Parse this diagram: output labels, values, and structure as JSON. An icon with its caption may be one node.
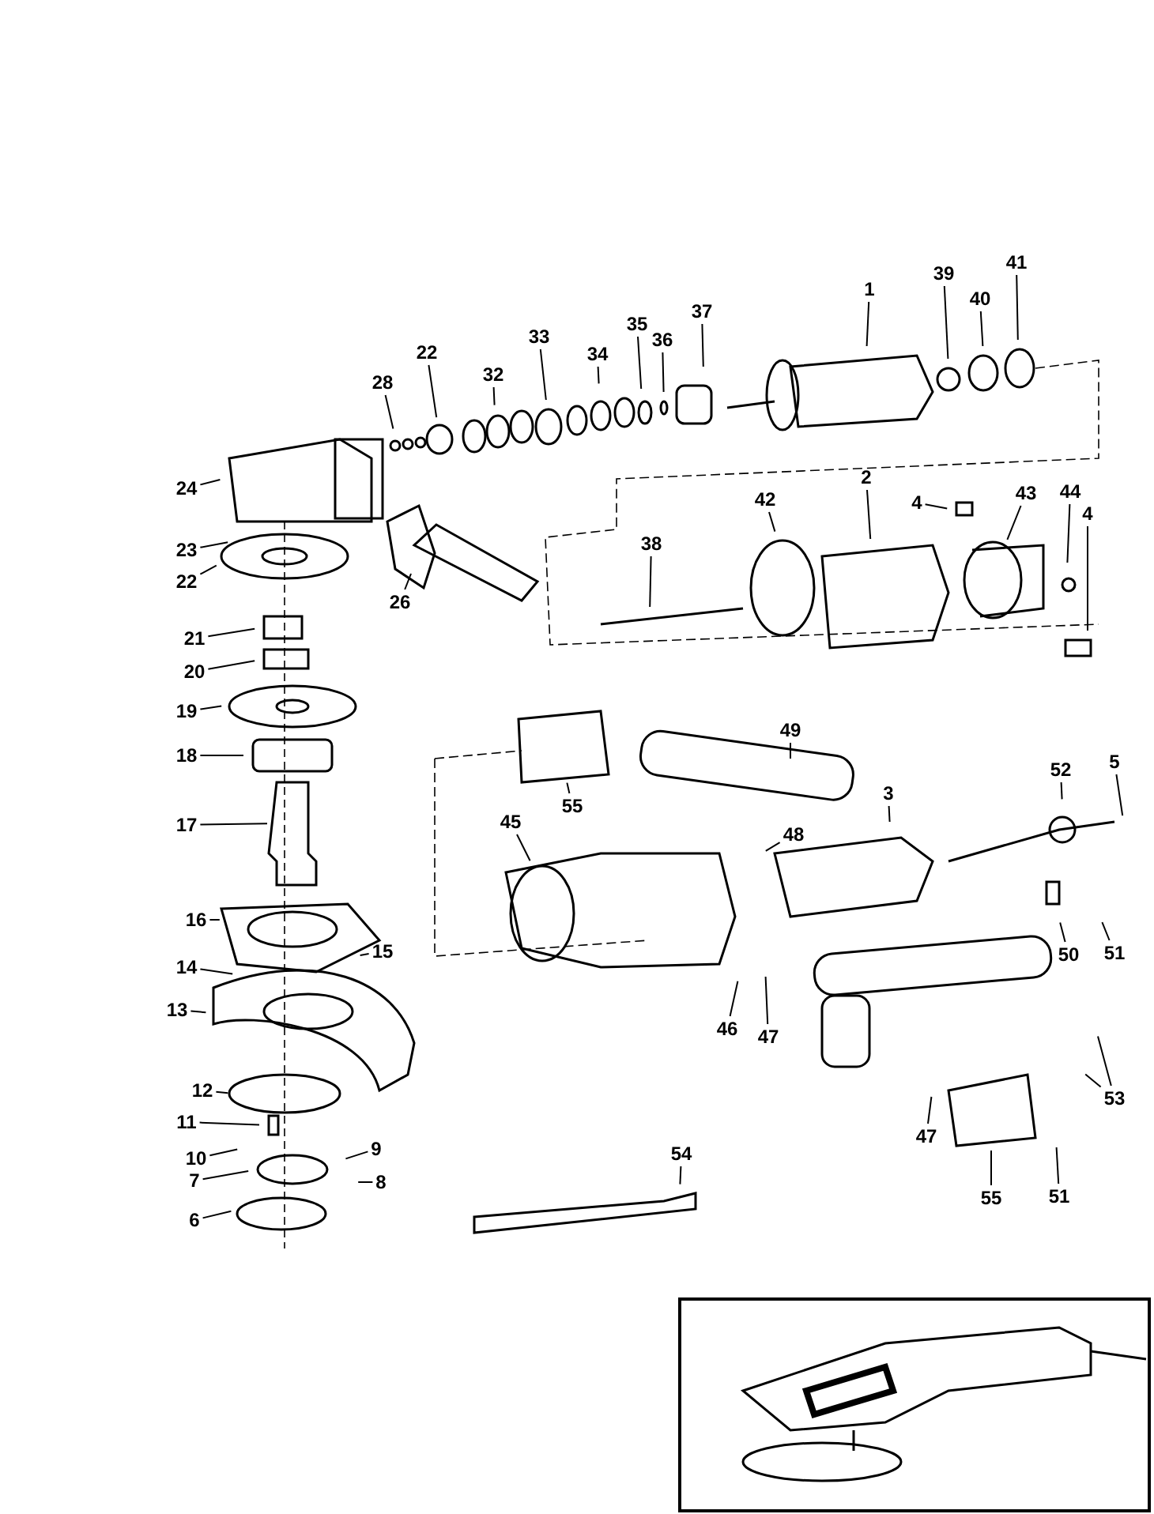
{
  "diagram": {
    "nodes": [
      {
        "text": [
          "1"
        ]
      },
      {
        "text": [
          "39"
        ]
      },
      {
        "text": [
          "40"
        ]
      },
      {
        "text": [
          "41"
        ]
      },
      {
        "text": [
          "22"
        ]
      },
      {
        "text": [
          "28"
        ]
      },
      {
        "text": [
          "33"
        ]
      },
      {
        "text": [
          "32"
        ]
      },
      {
        "text": [
          "34"
        ]
      },
      {
        "text": [
          "35"
        ]
      },
      {
        "text": [
          "36"
        ]
      },
      {
        "text": [
          "37"
        ]
      },
      {
        "text": [
          "2"
        ]
      },
      {
        "text": [
          "4"
        ]
      },
      {
        "text": [
          "43"
        ]
      },
      {
        "text": [
          "44"
        ]
      },
      {
        "text": [
          "4"
        ]
      },
      {
        "text": [
          "42"
        ]
      },
      {
        "text": [
          "38"
        ]
      },
      {
        "text": [
          "24"
        ]
      },
      {
        "text": [
          "23"
        ]
      },
      {
        "text": [
          "22"
        ]
      },
      {
        "text": [
          "26"
        ]
      },
      {
        "text": [
          "21"
        ]
      },
      {
        "text": [
          "20"
        ]
      },
      {
        "text": [
          "19"
        ]
      },
      {
        "text": [
          "18"
        ]
      },
      {
        "text": [
          "17"
        ]
      },
      {
        "text": [
          "16"
        ]
      },
      {
        "text": [
          "15"
        ]
      },
      {
        "text": [
          "14"
        ]
      },
      {
        "text": [
          "13"
        ]
      },
      {
        "text": [
          "12"
        ]
      },
      {
        "text": [
          "11"
        ]
      },
      {
        "text": [
          "10"
        ]
      },
      {
        "text": [
          "9"
        ]
      },
      {
        "text": [
          "8"
        ]
      },
      {
        "text": [
          "7"
        ]
      },
      {
        "text": [
          "6"
        ]
      },
      {
        "text": [
          "55"
        ]
      },
      {
        "text": [
          "49"
        ]
      },
      {
        "text": [
          "3"
        ]
      },
      {
        "text": [
          "52"
        ]
      },
      {
        "text": [
          "5"
        ]
      },
      {
        "text": [
          "48"
        ]
      },
      {
        "text": [
          "45"
        ]
      },
      {
        "text": [
          "46"
        ]
      },
      {
        "text": [
          "47"
        ]
      },
      {
        "text": [
          "50"
        ]
      },
      {
        "text": [
          "51"
        ]
      },
      {
        "text": [
          "53"
        ]
      },
      {
        "text": [
          "47"
        ]
      },
      {
        "text": [
          "55"
        ]
      },
      {
        "text": [
          "51"
        ]
      },
      {
        "text": [
          "54"
        ]
      }
    ],
    "edges": [
      {
        "from": 0,
        "to": null,
        "arrow": "none"
      },
      {
        "from": 1,
        "to": null,
        "arrow": "none"
      },
      {
        "from": 2,
        "to": null,
        "arrow": "none"
      },
      {
        "from": 3,
        "to": null,
        "arrow": "none"
      },
      {
        "from": 4,
        "to": null,
        "arrow": "none"
      },
      {
        "from": 5,
        "to": null,
        "arrow": "none"
      },
      {
        "from": 6,
        "to": null,
        "arrow": "none"
      },
      {
        "from": 7,
        "to": null,
        "arrow": "none"
      },
      {
        "from": 8,
        "to": null,
        "arrow": "none"
      },
      {
        "from": 9,
        "to": null,
        "arrow": "none"
      },
      {
        "from": 10,
        "to": null,
        "arrow": "none"
      },
      {
        "from": 11,
        "to": null,
        "arrow": "none"
      },
      {
        "from": 12,
        "to": null,
        "arrow": "none"
      },
      {
        "from": 13,
        "to": null,
        "arrow": "none"
      },
      {
        "from": 14,
        "to": null,
        "arrow": "none"
      },
      {
        "from": 15,
        "to": null,
        "arrow": "none"
      },
      {
        "from": 16,
        "to": null,
        "arrow": "none"
      },
      {
        "from": 17,
        "to": null,
        "arrow": "none"
      },
      {
        "from": 18,
        "to": null,
        "arrow": "none"
      },
      {
        "from": 19,
        "to": null,
        "arrow": "none"
      },
      {
        "from": 20,
        "to": null,
        "arrow": "none"
      },
      {
        "from": 21,
        "to": null,
        "arrow": "none"
      },
      {
        "from": 22,
        "to": null,
        "arrow": "none"
      },
      {
        "from": 23,
        "to": null,
        "arrow": "none"
      },
      {
        "from": 24,
        "to": null,
        "arrow": "none"
      },
      {
        "from": 25,
        "to": null,
        "arrow": "none"
      },
      {
        "from": 26,
        "to": null,
        "arrow": "none"
      },
      {
        "from": 27,
        "to": null,
        "arrow": "none"
      },
      {
        "from": 28,
        "to": null,
        "arrow": "none"
      },
      {
        "from": 29,
        "to": null,
        "arrow": "none"
      },
      {
        "from": 30,
        "to": null,
        "arrow": "none"
      },
      {
        "from": 31,
        "to": null,
        "arrow": "none"
      },
      {
        "from": 32,
        "to": null,
        "arrow": "none"
      },
      {
        "from": 33,
        "to": null,
        "arrow": "none"
      },
      {
        "from": 34,
        "to": null,
        "arrow": "none"
      },
      {
        "from": 35,
        "to": null,
        "arrow": "none"
      },
      {
        "from": 36,
        "to": null,
        "arrow": "none"
      },
      {
        "from": 37,
        "to": null,
        "arrow": "none"
      },
      {
        "from": 38,
        "to": null,
        "arrow": "none"
      },
      {
        "from": 39,
        "to": null,
        "arrow": "none"
      },
      {
        "from": 40,
        "to": null,
        "arrow": "none"
      },
      {
        "from": 41,
        "to": null,
        "arrow": "none"
      },
      {
        "from": 42,
        "to": null,
        "arrow": "none"
      },
      {
        "from": 43,
        "to": null,
        "arrow": "none"
      },
      {
        "from": 44,
        "to": null,
        "arrow": "none"
      },
      {
        "from": 45,
        "to": null,
        "arrow": "none"
      },
      {
        "from": 46,
        "to": null,
        "arrow": "none"
      },
      {
        "from": 47,
        "to": null,
        "arrow": "none"
      },
      {
        "from": 48,
        "to": null,
        "arrow": "none"
      },
      {
        "from": 49,
        "to": null,
        "arrow": "none"
      },
      {
        "from": 50,
        "to": null,
        "arrow": "none"
      },
      {
        "from": 50,
        "to": null,
        "arrow": "none"
      },
      {
        "from": 51,
        "to": null,
        "arrow": "none"
      },
      {
        "from": 52,
        "to": null,
        "arrow": "none"
      },
      {
        "from": 53,
        "to": null,
        "arrow": "none"
      },
      {
        "from": 54,
        "to": null,
        "arrow": "none"
      }
    ]
  }
}
